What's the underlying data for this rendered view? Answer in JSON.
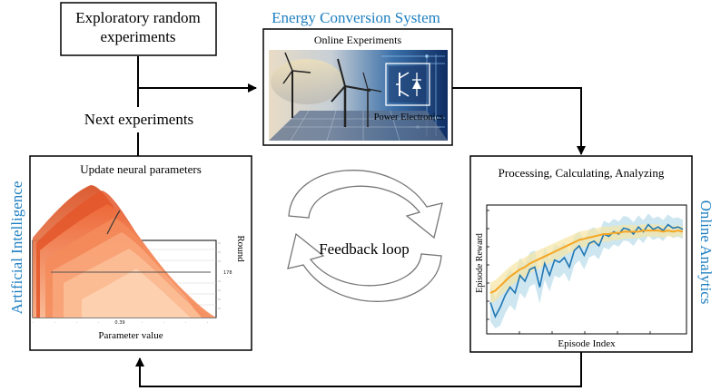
{
  "boxes": {
    "exploratory": {
      "line1": "Exploratory random",
      "line2": "experiments"
    },
    "next": {
      "label": "Next experiments"
    },
    "energy": {
      "title": "Energy Conversion System",
      "subtitle": "Online Experiments",
      "power_label": "Power Electronics"
    },
    "ai": {
      "side_label": "Artificial Intelligence",
      "title": "Update neural parameters",
      "xlabel": "Parameter value",
      "ylabel": "Round",
      "marker": "0.39",
      "right_marker": "178"
    },
    "analytics": {
      "side_label": "Online Analytics",
      "title": "Processing, Calculating, Analyzing",
      "xlabel": "Episode Index",
      "ylabel": "Episode Reward"
    },
    "feedback": {
      "label": "Feedback loop"
    }
  },
  "colors": {
    "accent_blue": "#1e7fc0",
    "series_blue": "#1f77b4",
    "series_orange": "#f5a623",
    "band_blue": "#b9dcea",
    "band_orange": "#f7e6a5"
  },
  "chart_data": {
    "type": "line",
    "x": [
      1,
      2,
      3,
      4,
      5,
      6,
      7,
      8,
      9,
      10,
      11,
      12,
      13,
      14,
      15,
      16,
      17,
      18,
      19,
      20,
      21,
      22,
      23,
      24,
      25,
      26,
      27,
      28,
      29,
      30,
      31,
      32,
      33,
      34,
      35,
      36,
      37,
      38,
      39,
      40
    ],
    "series": [
      {
        "values": [
          0.22,
          0.1,
          0.18,
          0.28,
          0.35,
          0.3,
          0.45,
          0.4,
          0.5,
          0.52,
          0.35,
          0.55,
          0.45,
          0.58,
          0.56,
          0.6,
          0.52,
          0.66,
          0.7,
          0.62,
          0.72,
          0.74,
          0.7,
          0.8,
          0.78,
          0.82,
          0.8,
          0.85,
          0.84,
          0.8,
          0.86,
          0.82,
          0.88,
          0.84,
          0.86,
          0.83,
          0.88,
          0.85,
          0.86,
          0.84
        ]
      },
      {
        "values": [
          0.3,
          0.32,
          0.36,
          0.4,
          0.44,
          0.47,
          0.5,
          0.52,
          0.55,
          0.57,
          0.59,
          0.61,
          0.63,
          0.65,
          0.67,
          0.69,
          0.71,
          0.73,
          0.75,
          0.76,
          0.77,
          0.78,
          0.79,
          0.8,
          0.8,
          0.81,
          0.81,
          0.82,
          0.82,
          0.82,
          0.82,
          0.83,
          0.83,
          0.83,
          0.83,
          0.82,
          0.83,
          0.82,
          0.83,
          0.82
        ]
      }
    ],
    "grid": false
  }
}
